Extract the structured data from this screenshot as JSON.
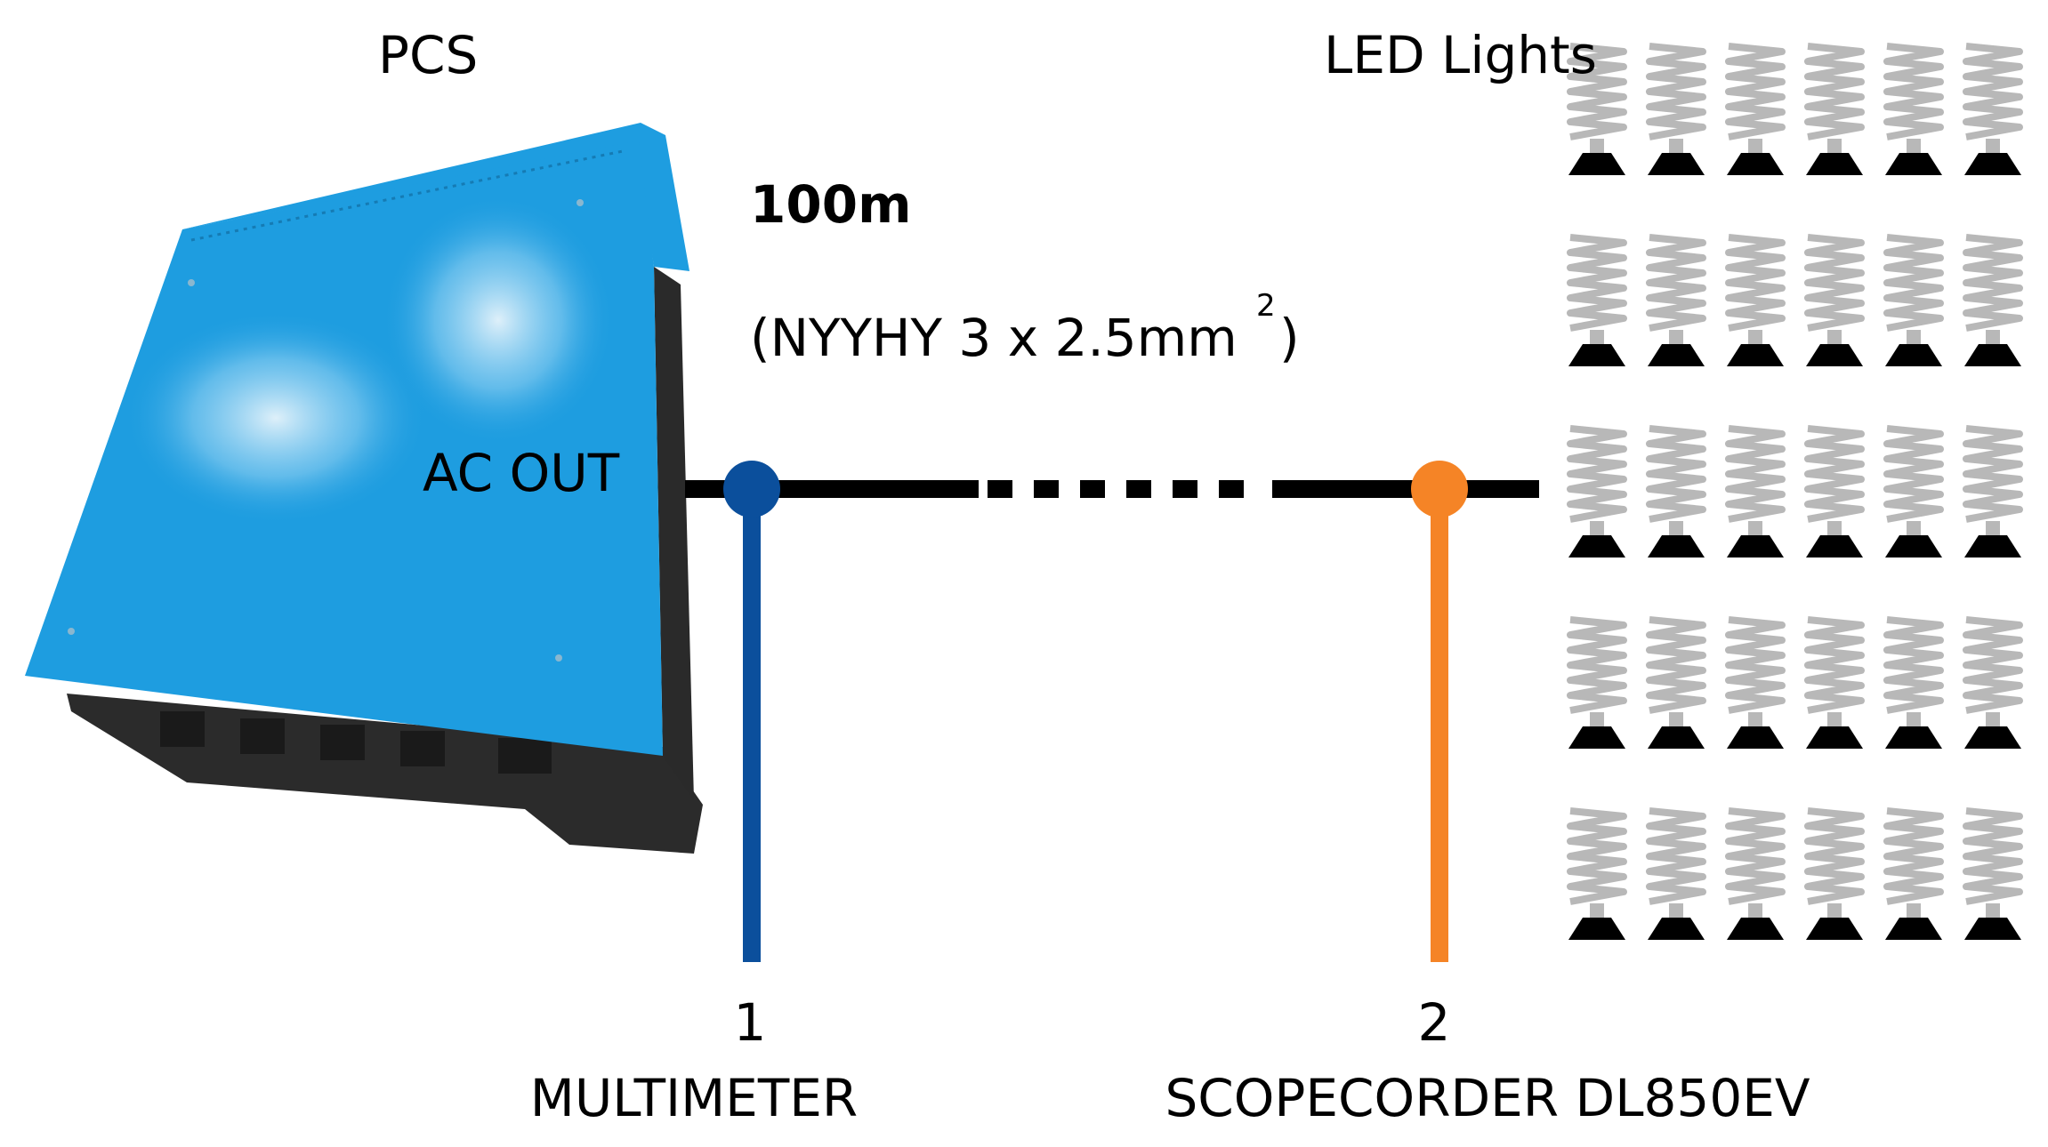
{
  "labels": {
    "pcs": "PCS",
    "led_lights": "LED Lights",
    "cable_length": "100m",
    "cable_spec": "(NYYHY 3 x 2.5mm",
    "cable_spec_sup": "2",
    "cable_spec_close": ")",
    "ac_out": "AC OUT"
  },
  "measurement_points": [
    {
      "number": "1",
      "device": "MULTIMETER",
      "color": "#0b4f9c"
    },
    {
      "number": "2",
      "device": "SCOPECORDER DL850EV",
      "color": "#f58426"
    }
  ],
  "colors": {
    "pcs_body": "#1e9de0",
    "pcs_dark": "#2a2a2a",
    "cable": "#000000",
    "led_bulb": "#b8b8b8",
    "led_base": "#000000"
  },
  "led_grid": {
    "rows": 5,
    "cols": 6
  },
  "icons": {
    "pcs": "inverter-device-icon",
    "led": "led-bulb-icon"
  }
}
